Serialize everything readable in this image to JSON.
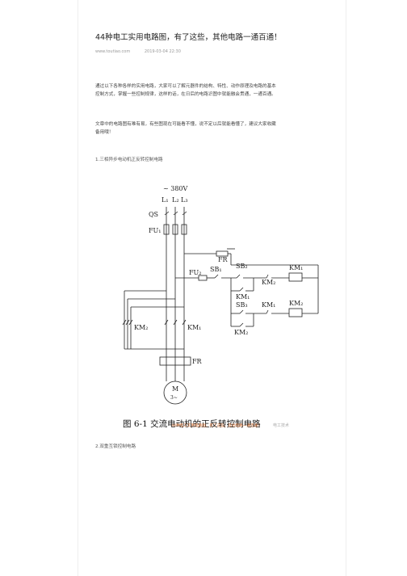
{
  "article": {
    "title": "44种电工实用电路图，有了这些，其他电路一通百通！",
    "source": "www.toutiao.com",
    "date": "2019-03-04 22:30",
    "paragraph1_line1": "通过以下各种各样的实用电路，大家可以了解元器件的结构、特性、动作原理及电路的基本",
    "paragraph1_line2": "控制方式，掌握一些控制规律，这样的话，在日后的电路识图中就能融会贯通，一通百通。",
    "paragraph2_line1": "文章中的电路图有难有易，有些图现在可能看不懂，说不定以后就能看懂了，建议大家收藏",
    "paragraph2_line2": "备用哦！",
    "section1": "1.三相异步电动机正反转控制电路",
    "caption1": "44种电工实用电路图，有了这些，其他电路一通百通！",
    "section2": "2.双重互锁控制电路"
  },
  "diagram": {
    "supply": "~ 380V",
    "l1": "L₁",
    "l2": "L₂",
    "l3": "L₃",
    "qs": "QS",
    "fu1": "FU₁",
    "fr_top": "FR",
    "fu2": "FU₂",
    "sb1": "SB₁",
    "sb2": "SB₂",
    "sb3": "SB₃",
    "km1": "KM₁",
    "km2": "KM₂",
    "fr_bottom": "FR",
    "motor": "M",
    "motor_phase": "3~",
    "fig_title": "图 6-1    交流电动机的正反转控制电路",
    "watermark": "电工技术"
  }
}
